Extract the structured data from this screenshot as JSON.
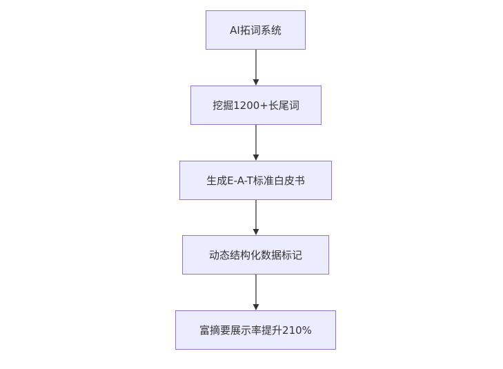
{
  "diagram": {
    "type": "flowchart",
    "direction": "top-down",
    "colors": {
      "node_fill": "#ececff",
      "node_border": "#9370db",
      "text": "#333333",
      "edge": "#333333"
    },
    "nodes": [
      {
        "id": "n1",
        "label": "AI拓词系统"
      },
      {
        "id": "n2",
        "label": "挖掘1200+长尾词"
      },
      {
        "id": "n3",
        "label": "生成E-A-T标准白皮书"
      },
      {
        "id": "n4",
        "label": "动态结构化数据标记"
      },
      {
        "id": "n5",
        "label": "富摘要展示率提升210%"
      }
    ],
    "edges": [
      {
        "from": "n1",
        "to": "n2"
      },
      {
        "from": "n2",
        "to": "n3"
      },
      {
        "from": "n3",
        "to": "n4"
      },
      {
        "from": "n4",
        "to": "n5"
      }
    ]
  }
}
